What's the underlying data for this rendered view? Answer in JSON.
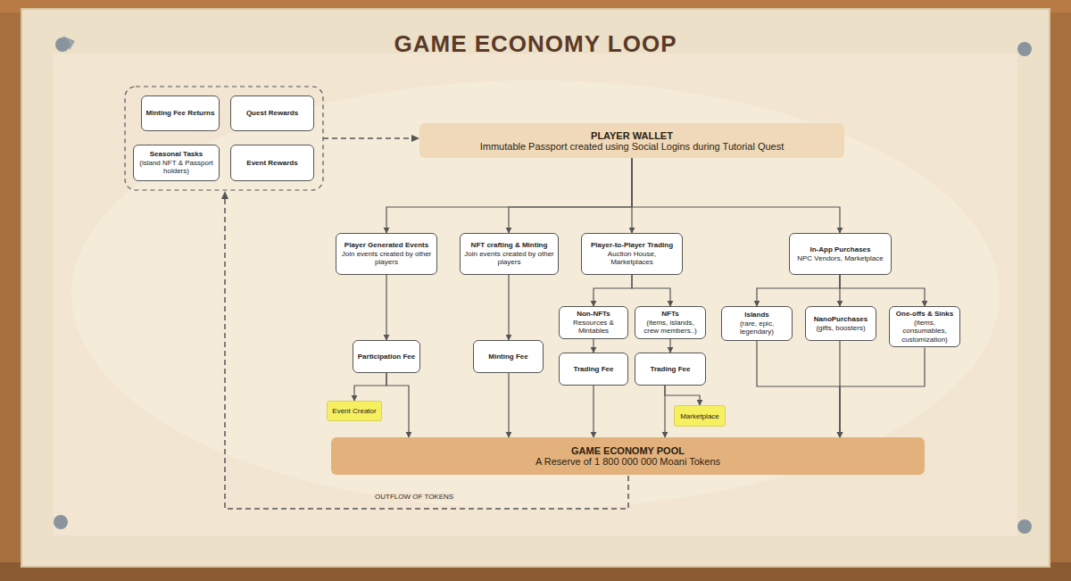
{
  "diagram": {
    "title": "GAME ECONOMY LOOP",
    "nodes": [
      {
        "text": [
          "Minting Fee Returns"
        ]
      },
      {
        "text": [
          "Quest Rewards"
        ]
      },
      {
        "text": [
          "Seasonal Tasks",
          "(island NFT & Passport holders)"
        ]
      },
      {
        "text": [
          "Event Rewards"
        ]
      },
      {
        "text": [
          "PLAYER WALLET",
          "Immutable Passport created using Social Logins during Tutorial Quest"
        ]
      },
      {
        "text": [
          "Player Generated Events",
          "Join events created by other players"
        ]
      },
      {
        "text": [
          "NFT crafting & Minting",
          "Join events created by other players"
        ]
      },
      {
        "text": [
          "Player-to-Player Trading",
          "Auction House, Marketplaces"
        ]
      },
      {
        "text": [
          "In-App Purchases",
          "NPC Vendors, Marketplace"
        ]
      },
      {
        "text": [
          "Non-NFTs",
          "Resources & Mintables"
        ]
      },
      {
        "text": [
          "NFTs",
          "(items, islands, crew members..)"
        ]
      },
      {
        "text": [
          "Islands",
          "(rare, epic, legendary)"
        ]
      },
      {
        "text": [
          "NanoPurchases",
          "(gifts, boosters)"
        ]
      },
      {
        "text": [
          "One-offs & Sinks",
          "(items, consumables, customization)"
        ]
      },
      {
        "text": [
          "Participation Fee"
        ]
      },
      {
        "text": [
          "Minting Fee"
        ]
      },
      {
        "text": [
          "Trading Fee"
        ]
      },
      {
        "text": [
          "Trading Fee"
        ]
      },
      {
        "text": [
          "Event Creator"
        ]
      },
      {
        "text": [
          "Marketplace"
        ]
      },
      {
        "text": [
          "GAME ECONOMY POOL",
          "A Reserve of 1 800 000 000 Moani Tokens"
        ]
      }
    ],
    "edges": [
      {
        "from": 4,
        "to": 5,
        "arrow": "to"
      },
      {
        "from": 4,
        "to": 6,
        "arrow": "to"
      },
      {
        "from": 4,
        "to": 7,
        "arrow": "to"
      },
      {
        "from": 4,
        "to": 8,
        "arrow": "to"
      },
      {
        "from": 5,
        "to": 14,
        "arrow": "to"
      },
      {
        "from": 6,
        "to": 15,
        "arrow": "to"
      },
      {
        "from": 7,
        "to": 9,
        "arrow": "to"
      },
      {
        "from": 7,
        "to": 10,
        "arrow": "to"
      },
      {
        "from": 8,
        "to": 11,
        "arrow": "to"
      },
      {
        "from": 8,
        "to": 12,
        "arrow": "to"
      },
      {
        "from": 8,
        "to": 13,
        "arrow": "to"
      },
      {
        "from": 9,
        "to": 16,
        "arrow": "to"
      },
      {
        "from": 10,
        "to": 17,
        "arrow": "to"
      },
      {
        "from": 14,
        "to": 18,
        "arrow": "to"
      },
      {
        "from": 14,
        "to": 20,
        "arrow": "to"
      },
      {
        "from": 15,
        "to": 20,
        "arrow": "to"
      },
      {
        "from": 16,
        "to": 20,
        "arrow": "to"
      },
      {
        "from": 17,
        "to": 20,
        "arrow": "to"
      },
      {
        "from": 17,
        "to": 19,
        "arrow": "to"
      },
      {
        "from": 11,
        "to": 20,
        "arrow": "to"
      },
      {
        "from": 12,
        "to": 20,
        "arrow": "to"
      },
      {
        "from": 13,
        "to": 20,
        "arrow": "to"
      }
    ],
    "labels": [
      "OUTFLOW OF TOKENS"
    ]
  }
}
